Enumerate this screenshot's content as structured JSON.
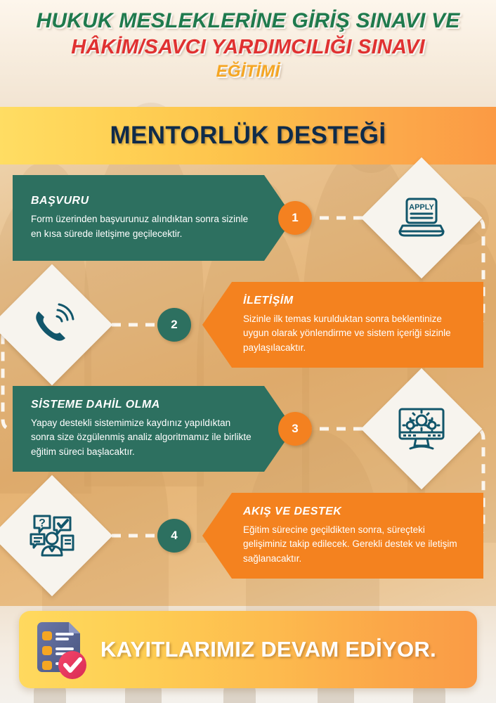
{
  "title": {
    "line1": "HUKUK MESLEKLERİNE GİRİŞ SINAVI VE",
    "line2": "HÂKİM/SAVCI YARDIMCILIĞI SINAVI",
    "line3": "EĞİTİMİ",
    "line1_color": "#1f7a4d",
    "line2_color": "#e03131",
    "line3_color": "#f5a623"
  },
  "banner": {
    "heading": "MENTORLÜK DESTEĞİ",
    "text_color": "#0f2b4a",
    "gradient_from": "#ffdd63",
    "gradient_to": "#fb9a44"
  },
  "steps": [
    {
      "number": "1",
      "title": "BAŞVURU",
      "body": "Form üzerinden başvurunuz alındıktan sonra sizinle en kısa sürede iletişime geçilecektir.",
      "side": "left",
      "banner_color": "#2d7060",
      "number_color": "#f48120",
      "icon": "laptop-apply-icon",
      "icon_label": "APPLY"
    },
    {
      "number": "2",
      "title": "İLETİŞİM",
      "body": "Sizinle ilk temas kurulduktan sonra beklentinize uygun olarak yönlendirme ve sistem içeriği sizinle paylaşılacaktır.",
      "side": "right",
      "banner_color": "#f4821f",
      "number_color": "#2d7060",
      "icon": "ringing-phone-icon",
      "icon_label": ""
    },
    {
      "number": "3",
      "title": "SİSTEME DAHİL OLMA",
      "body": "Yapay destekli sistemimize kaydınız yapıldıktan sonra size özgülenmiş analiz algoritmamız ile birlikte eğitim süreci  başlacaktır.",
      "side": "left",
      "banner_color": "#2d7060",
      "number_color": "#f48120",
      "icon": "monitor-gears-icon",
      "icon_label": ""
    },
    {
      "number": "4",
      "title": "AKIŞ VE DESTEK",
      "body": "Eğitim sürecine geçildikten sonra, süreçteki gelişiminiz takip edilecek. Gerekli destek ve iletişim sağlanacaktır.",
      "side": "right",
      "banner_color": "#f4821f",
      "number_color": "#2d7060",
      "icon": "support-faq-person-icon",
      "icon_label": ""
    }
  ],
  "cta": {
    "text": "KAYITLARIMIZ DEVAM EDİYOR.",
    "icon": "checklist-document-check-icon",
    "text_color": "#ffffff"
  }
}
